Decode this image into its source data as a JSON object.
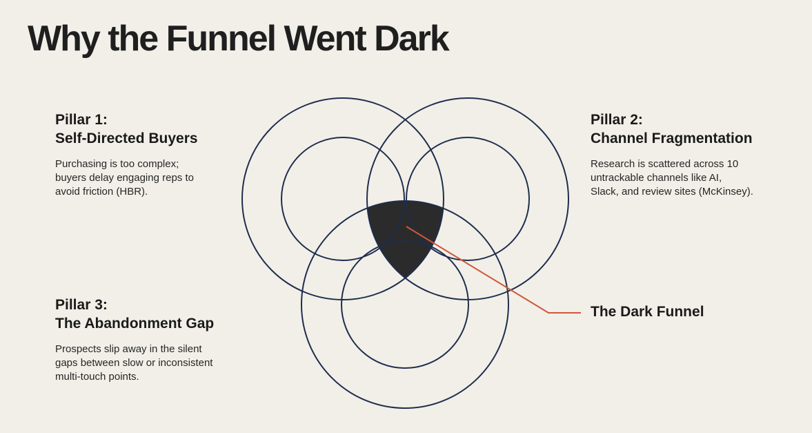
{
  "title": "Why the Funnel Went Dark",
  "pillars": [
    {
      "label": "Pillar 1:",
      "name": "Self-Directed Buyers",
      "description": "Purchasing is too complex;\nbuyers delay engaging reps to\navoid friction (HBR)."
    },
    {
      "label": "Pillar 2:",
      "name": "Channel Fragmentation",
      "description": "Research is scattered across 10\nuntrackable channels like AI,\nSlack, and review sites (McKinsey)."
    },
    {
      "label": "Pillar 3:",
      "name": "The Abandonment Gap",
      "description": "Prospects slip away in the silent\ngaps between slow or inconsistent\nmulti-touch points."
    }
  ],
  "callout": {
    "label": "The Dark Funnel"
  },
  "colors": {
    "background": "#f1efe8",
    "circle_stroke": "#1f2d4d",
    "dark_center": "#2b2b2b",
    "callout_line": "#d0573a",
    "text": "#1f1f1f"
  }
}
